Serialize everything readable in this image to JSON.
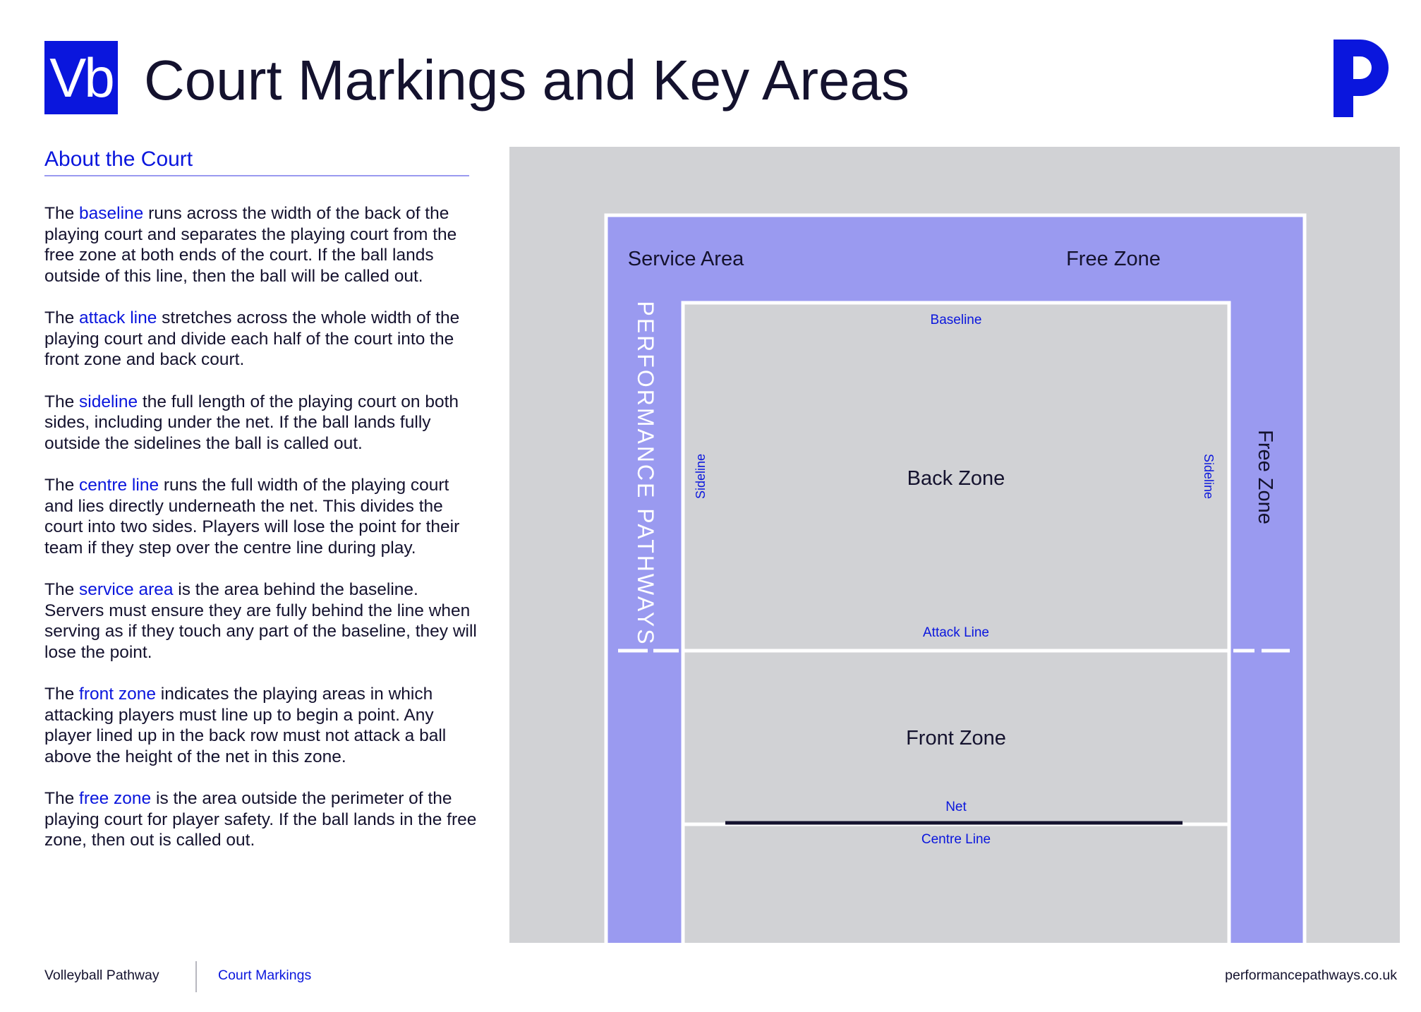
{
  "header": {
    "badge": "Vb",
    "title": "Court Markings and Key Areas",
    "logo_icon": "performance-pathways-p-logo"
  },
  "sidebar": {
    "heading": "About the Court",
    "paragraphs": [
      {
        "pre": "The ",
        "term": "baseline",
        "post": " runs across the width of the back of the playing court and separates the playing court from the free zone at both ends of the court. If the ball lands outside of this line, then the ball will be called out."
      },
      {
        "pre": "The ",
        "term": "attack line",
        "post": " stretches across the whole width of the playing court and divide each half of the court into the front zone and back court."
      },
      {
        "pre": "The ",
        "term": "sideline",
        "post": " the full length of the playing court on both sides, including under the net. If the ball lands fully outside the sidelines the ball is called out."
      },
      {
        "pre": "The ",
        "term": "centre line",
        "post": " runs the full width of the playing court and lies directly underneath the net. This divides the court into two sides. Players will lose the point for their team if they step over the centre line during play."
      },
      {
        "pre": "The ",
        "term": "service area",
        "post": " is the area behind the baseline. Servers must ensure they are fully behind the line when serving as if they touch any part of the baseline, they will lose the point."
      },
      {
        "pre": "The ",
        "term": "front zone",
        "post": " indicates the playing areas in which attacking players must line up to begin a point. Any player lined up in the back row must not attack a ball above the height of the net in this zone."
      },
      {
        "pre": "The ",
        "term": "free zone",
        "post": " is the area outside the perimeter of the playing court for player safety. If the ball lands in the free zone, then out is called out."
      }
    ]
  },
  "court": {
    "service_area": "Service Area",
    "free_zone_top": "Free Zone",
    "free_zone_side": "Free Zone",
    "performance_pathways": "PERFORMANCE PATHWAYS",
    "baseline": "Baseline",
    "sideline_left": "Sideline",
    "sideline_right": "Sideline",
    "back_zone": "Back Zone",
    "attack_line": "Attack Line",
    "front_zone": "Front Zone",
    "net": "Net",
    "centre_line": "Centre Line"
  },
  "colors": {
    "brand_blue": "#0a16dd",
    "court_grey": "#d1d2d5",
    "free_zone_purple": "#9a9af0",
    "court_lines": "#ffffff",
    "net": "#14122e"
  },
  "footer": {
    "left": "Volleyball Pathway",
    "middle": "Court Markings",
    "right": "performancepathways.co.uk"
  }
}
